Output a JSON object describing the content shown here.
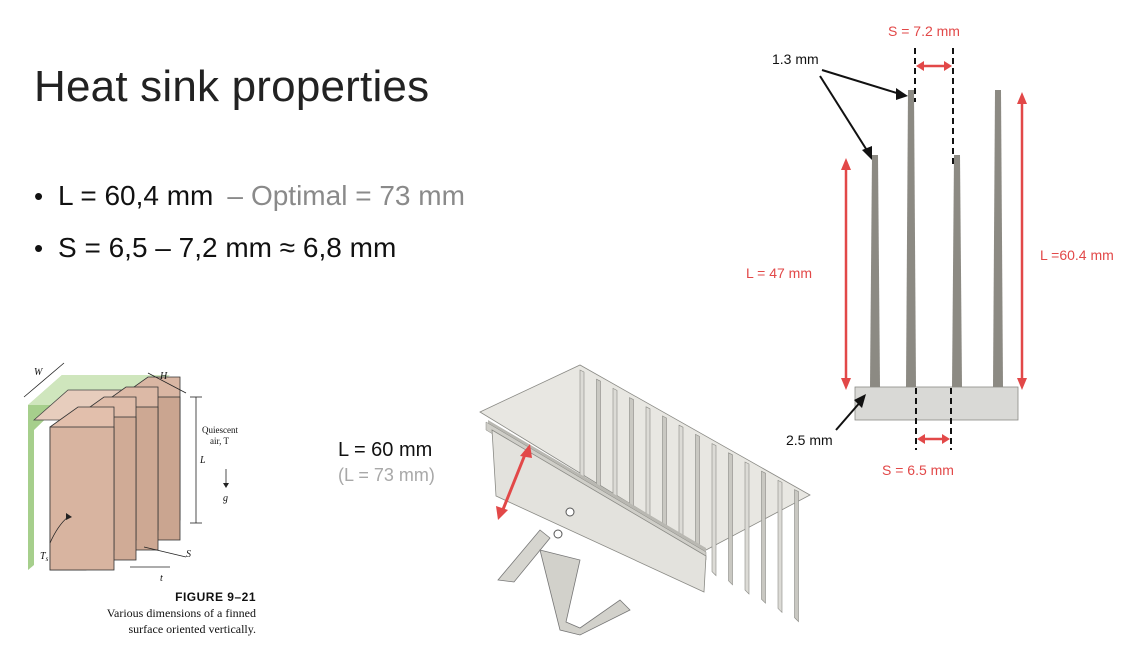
{
  "slide": {
    "title": "Heat sink properties",
    "bullets": [
      {
        "main": "L = 60,4 mm",
        "sep": "–",
        "aside": "Optimal = 73 mm"
      },
      {
        "main": "S = 6,5 – 7,2 mm ≈ 6,8 mm"
      }
    ],
    "model_label": {
      "primary": "L = 60 mm",
      "secondary": "(L = 73 mm)"
    },
    "figure": {
      "caption_title": "FIGURE 9–21",
      "caption_line1": "Various dimensions of a finned",
      "caption_line2": "surface oriented vertically.",
      "labels": {
        "w": "W",
        "h": "H",
        "quiescent": "Quiescent",
        "air": "air, T",
        "l": "L",
        "g": "g",
        "ts": "T",
        "ts_sub": "s",
        "s": "S",
        "t": "t"
      }
    },
    "cross_section": {
      "top_spacing": "S = 7.2 mm",
      "bottom_spacing": "S = 6.5 mm",
      "fin_thickness": "1.3 mm",
      "base_thickness": "2.5 mm",
      "short_fin_length": "L = 47 mm",
      "long_fin_length": "L =60.4 mm"
    },
    "colors": {
      "accent_red": "#e24848",
      "fin_gray": "#8c8a83",
      "base_gray": "#d9d9d6"
    }
  }
}
